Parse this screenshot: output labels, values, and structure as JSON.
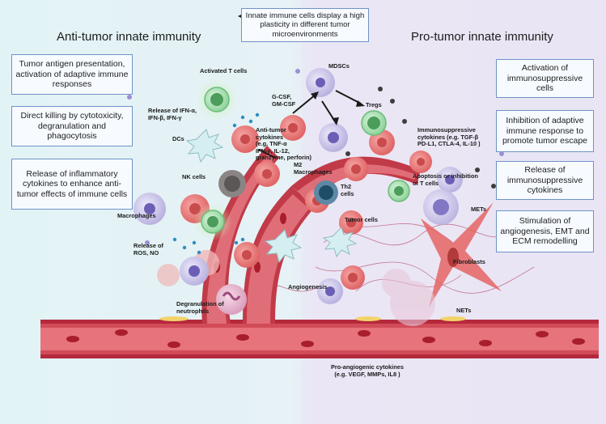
{
  "headings": {
    "left": "Anti-tumor innate immunity",
    "right": "Pro-tumor innate immunity"
  },
  "top_box": "Innate immune cells display a high plasticity in different tumor microenvironments",
  "left_boxes": [
    "Tumor antigen presentation, activation of adaptive immune responses",
    "Direct killing by cytotoxicity, degranulation and phagocytosis",
    "Release of inflammatory cytokines to enhance anti-tumor effects of immune cells"
  ],
  "right_boxes": [
    "Activation of immunosuppressive cells",
    "Inhibition of adaptive immune response to promote tumor escape",
    "Release of immunosuppressive cytokines",
    "Stimulation of angiogenesis, EMT and ECM remodelling"
  ],
  "labels": {
    "activated_t_cells": "Activated T cells",
    "ifn_release": "Release of IFN-α,\nIFN-β, IFN-γ",
    "dcs": "DCs",
    "anti_tumor_cytokines": "Anti-tumor\ncytokines\n(e.g. TNF-α\nIFN-γ, IL-12,\ngranzyme, perforin)",
    "g_csf": "G-CSF,\nGM-CSF",
    "mdscs": "MDSCs",
    "tregs": "Tregs",
    "immunosuppressive_cytokines": "Immunosuppressive\ncytokines (e.g. TGF-β\nPD-L1, CTLA-4, IL-10 )",
    "nk_cells": "NK cells",
    "m2_macrophages": "M2\nMacrophages",
    "th2_cells": "Th2\ncells",
    "apoptosis": "Apoptosis or inhibition\nof T cells",
    "mets": "METs",
    "macrophages": "Macrophages",
    "tumor_cells": "Tumor cells",
    "ros_no": "Release of\nROS, NO",
    "fibroblasts": "Fibroblasts",
    "angiogenesis": "Angiogenesis",
    "degranulation": "Degranulation of\nneutrophils",
    "nets": "NETs",
    "pro_angiogenic": "Pro-angiogenic cytokines\n(e.g. VEGF, MMPs, IL8 )"
  }
}
